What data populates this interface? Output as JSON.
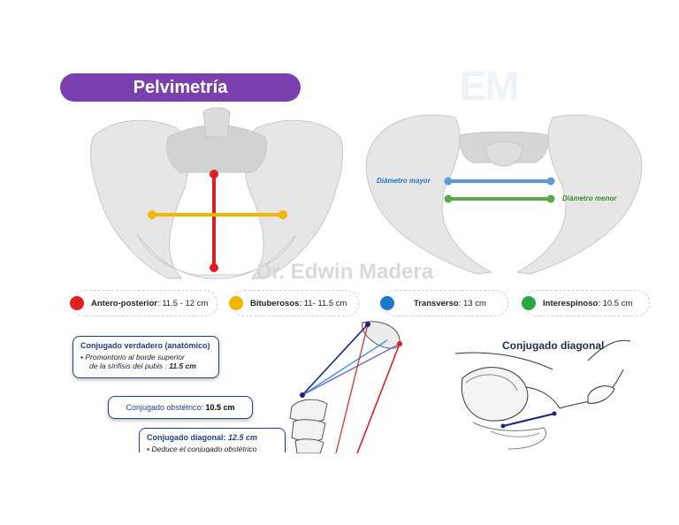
{
  "title": "Pelvimetría",
  "watermark": "Dr. Edwin Madera",
  "watermark_logo": "EM",
  "labels": {
    "diametro_mayor": "Diámetro mayor",
    "diametro_menor": "Diámetro menor"
  },
  "legend": [
    {
      "name": "Antero-posterior",
      "value": ": 11.5 - 12 cm",
      "color": "#e02020"
    },
    {
      "name": "Bituberosos",
      "value": ": 11- 11.5 cm",
      "color": "#f4b400"
    },
    {
      "name": "Transverso",
      "value": ": 13 cm",
      "color": "#1f77d0"
    },
    {
      "name": "Interespinoso",
      "value": ": 10.5 cm",
      "color": "#27a844"
    }
  ],
  "conjugado_verdadero": {
    "heading": "Conjugado verdadero (anatómico)",
    "line1": "Promontorio al borde superior",
    "line2_pre": "de la sínfisis del pubis : ",
    "line2_bold": "11.5 cm"
  },
  "conjugado_obstetrico": {
    "label": "Conjugado obstétrico: ",
    "value": "10.5 cm"
  },
  "conjugado_diagonal": {
    "label": "Conjugado diagonal: ",
    "value": "12.5 cm",
    "note": "Deduce el conjugado obstétrico"
  },
  "diagonal_figure_title": "Conjugado diagonal",
  "colors": {
    "title_bg": "#7b3fb0",
    "box_border": "#1f3f8a",
    "red": "#e02020",
    "yellow": "#f4b400",
    "blue": "#1f77d0",
    "light_blue": "#5b9bd5",
    "green": "#27a844",
    "navy": "#1a237e"
  }
}
